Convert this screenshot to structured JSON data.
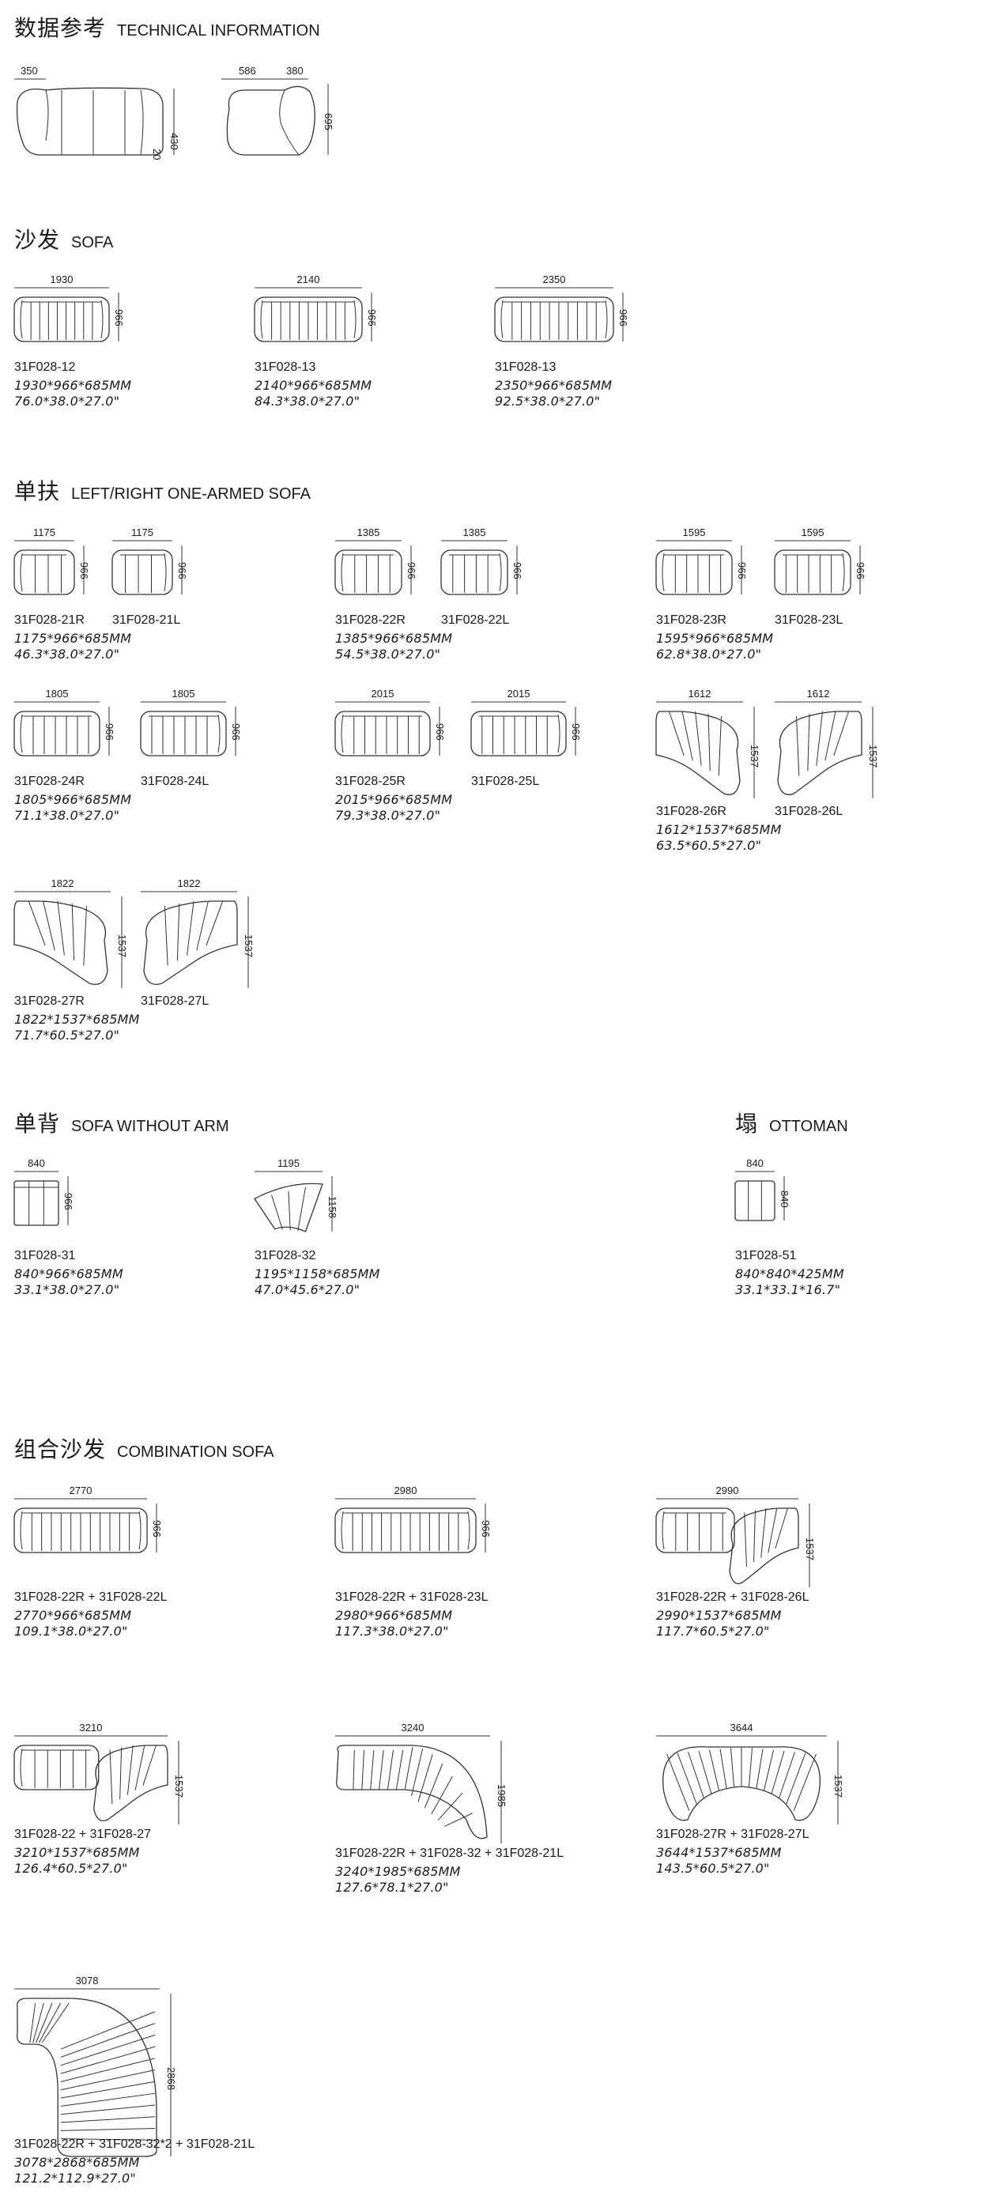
{
  "sections": {
    "tech": {
      "cn": "数据参考",
      "en": "TECHNICAL INFORMATION"
    },
    "sofa": {
      "cn": "沙发",
      "en": "SOFA"
    },
    "onearm": {
      "cn": "单扶",
      "en": "LEFT/RIGHT ONE-ARMED SOFA"
    },
    "noarm": {
      "cn": "单背",
      "en": "SOFA WITHOUT ARM"
    },
    "ottoman": {
      "cn": "塌",
      "en": "OTTOMAN"
    },
    "combo": {
      "cn": "组合沙发",
      "en": "COMBINATION SOFA"
    }
  },
  "tech": {
    "d1": "350",
    "d2": "430",
    "d3": "20",
    "d4": "586",
    "d5": "380",
    "d6": "695"
  },
  "items": {
    "i12": {
      "code": "31F028-12",
      "w": "1930",
      "h": "966",
      "size": "1930*966*685MM",
      "inch": "76.0*38.0*27.0\""
    },
    "i13a": {
      "code": "31F028-13",
      "w": "2140",
      "h": "966",
      "size": "2140*966*685MM",
      "inch": "84.3*38.0*27.0\""
    },
    "i13b": {
      "code": "31F028-13",
      "w": "2350",
      "h": "966",
      "size": "2350*966*685MM",
      "inch": "92.5*38.0*27.0\""
    },
    "i21": {
      "codeR": "31F028-21R",
      "codeL": "31F028-21L",
      "w": "1175",
      "h": "966",
      "size": "1175*966*685MM",
      "inch": "46.3*38.0*27.0\""
    },
    "i22": {
      "codeR": "31F028-22R",
      "codeL": "31F028-22L",
      "w": "1385",
      "h": "966",
      "size": "1385*966*685MM",
      "inch": "54.5*38.0*27.0\""
    },
    "i23": {
      "codeR": "31F028-23R",
      "codeL": "31F028-23L",
      "w": "1595",
      "h": "966",
      "size": "1595*966*685MM",
      "inch": "62.8*38.0*27.0\""
    },
    "i24": {
      "codeR": "31F028-24R",
      "codeL": "31F028-24L",
      "w": "1805",
      "h": "966",
      "size": "1805*966*685MM",
      "inch": "71.1*38.0*27.0\""
    },
    "i25": {
      "codeR": "31F028-25R",
      "codeL": "31F028-25L",
      "w": "2015",
      "h": "966",
      "size": "2015*966*685MM",
      "inch": "79.3*38.0*27.0\""
    },
    "i26": {
      "codeR": "31F028-26R",
      "codeL": "31F028-26L",
      "w": "1612",
      "h": "1537",
      "size": "1612*1537*685MM",
      "inch": "63.5*60.5*27.0\""
    },
    "i27": {
      "codeR": "31F028-27R",
      "codeL": "31F028-27L",
      "w": "1822",
      "h": "1537",
      "size": "1822*1537*685MM",
      "inch": "71.7*60.5*27.0\""
    },
    "i31": {
      "code": "31F028-31",
      "w": "840",
      "h": "966",
      "size": "840*966*685MM",
      "inch": "33.1*38.0*27.0\""
    },
    "i32": {
      "code": "31F028-32",
      "w": "1195",
      "h": "1158",
      "size": "1195*1158*685MM",
      "inch": "47.0*45.6*27.0\""
    },
    "i51": {
      "code": "31F028-51",
      "w": "840",
      "h": "840",
      "size": "840*840*425MM",
      "inch": "33.1*33.1*16.7\""
    },
    "c1": {
      "code": "31F028-22R + 31F028-22L",
      "w": "2770",
      "h": "966",
      "size": "2770*966*685MM",
      "inch": "109.1*38.0*27.0\""
    },
    "c2": {
      "code": "31F028-22R + 31F028-23L",
      "w": "2980",
      "h": "966",
      "size": "2980*966*685MM",
      "inch": "117.3*38.0*27.0\""
    },
    "c3": {
      "code": "31F028-22R + 31F028-26L",
      "w": "2990",
      "h": "1537",
      "size": "2990*1537*685MM",
      "inch": "117.7*60.5*27.0\""
    },
    "c4": {
      "code": "31F028-22 + 31F028-27",
      "w": "3210",
      "h": "1537",
      "size": "3210*1537*685MM",
      "inch": "126.4*60.5*27.0\""
    },
    "c5": {
      "code": "31F028-22R + 31F028-32 + 31F028-21L",
      "w": "3240",
      "h": "1985",
      "size": "3240*1985*685MM",
      "inch": "127.6*78.1*27.0\""
    },
    "c6": {
      "code": "31F028-27R + 31F028-27L",
      "w": "3644",
      "h": "1537",
      "size": "3644*1537*685MM",
      "inch": "143.5*60.5*27.0\""
    },
    "c7": {
      "code": "31F028-22R + 31F028-32*2 + 31F028-21L",
      "w": "3078",
      "h": "2868",
      "size": "3078*2868*685MM",
      "inch": "121.2*112.9*27.0\""
    }
  }
}
